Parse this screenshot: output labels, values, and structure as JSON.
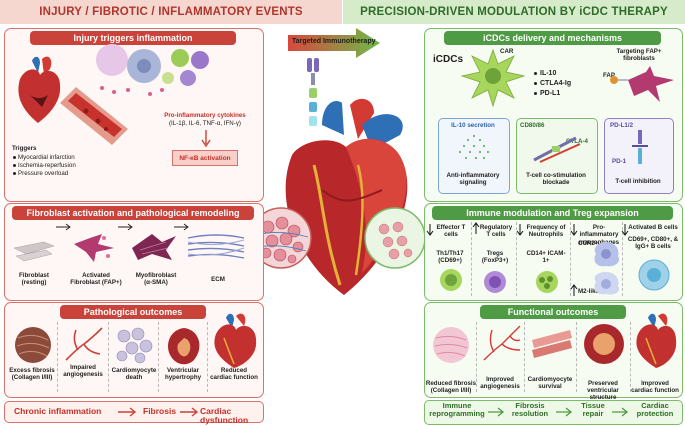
{
  "headers": {
    "left": "INJURY / FIBROTIC / INFLAMMATORY EVENTS",
    "right": "PRECISION-DRIVEN MODULATION BY iCDC THERAPY"
  },
  "center": {
    "arrow_label": "Targeted Immunotherapy"
  },
  "injury": {
    "title": "Injury triggers inflammation",
    "cytokines_title": "Pro-inflammatory cytokines",
    "cytokines_list": "(IL-1β, IL-6, TNF-α, IFN-γ)",
    "nfkb": "NF-κB activation",
    "triggers_title": "Triggers",
    "triggers": [
      "Myocardial infarction",
      "Ischemia-reperfusion",
      "Pressure overload"
    ]
  },
  "fibro": {
    "title": "Fibroblast activation and pathological remodeling",
    "stages": [
      {
        "name": "Fibroblast",
        "sub": "(resting)"
      },
      {
        "name": "Activated",
        "sub": "Fibroblast (FAP+)"
      },
      {
        "name": "Myofibroblast",
        "sub": "(α-SMA)"
      },
      {
        "name": "ECM",
        "sub": ""
      }
    ]
  },
  "patho": {
    "title": "Pathological outcomes",
    "items": [
      {
        "l1": "Excess fibrosis",
        "l2": "(Collagen I/III)"
      },
      {
        "l1": "Impaired",
        "l2": "angiogenesis"
      },
      {
        "l1": "Cardiomyocyte",
        "l2": "death"
      },
      {
        "l1": "Ventricular",
        "l2": "hypertrophy"
      },
      {
        "l1": "Reduced",
        "l2": "cardiac function"
      }
    ],
    "flow": [
      "Chronic inflammation",
      "Fibrosis",
      "Cardiac dysfunction"
    ]
  },
  "icdc": {
    "title": "iCDCs delivery and mechanisms",
    "cell_label": "iCDCs",
    "car_label": "CAR",
    "molecules": [
      "IL-10",
      "CTLA4-Ig",
      "PD-L1"
    ],
    "target_label": "Targeting FAP+ fibroblasts",
    "fap_label": "FAP",
    "mechanisms": [
      {
        "header": "IL-10 secretion",
        "footer": "Anti-inflammatory signaling",
        "side": ""
      },
      {
        "header": "CD80/86",
        "footer": "T-cell co-stimulation blockade",
        "side": "CTLA-4"
      },
      {
        "header": "PD-L1/2",
        "footer": "T-cell inhibition",
        "side": "PD-1"
      }
    ]
  },
  "immune": {
    "title": "Immune modulation and Treg expansion",
    "columns": [
      {
        "top": "Effector T cells",
        "bottom": "Th1/Th17 (CD69+)",
        "arrow": "down"
      },
      {
        "top": "Regulatory T cells",
        "bottom": "Tregs (FoxP3+)",
        "arrow": "up"
      },
      {
        "top": "Frequency of Neutrophils",
        "bottom": "CD14+ ICAM-1+",
        "arrow": "down"
      },
      {
        "top": "Pro-inflammatory macrophages",
        "mid": "CCR2+",
        "bottom": "M2-like",
        "arrow": "down"
      },
      {
        "top": "Activated B cells",
        "bottom": "CD69+, CD80+, & IgG+ B cells",
        "arrow": "down"
      }
    ]
  },
  "functional": {
    "title": "Functional outcomes",
    "items": [
      {
        "l1": "Reduced fibrosis",
        "l2": "(Collagen I/III)"
      },
      {
        "l1": "Improved",
        "l2": "angiogenesis"
      },
      {
        "l1": "Cardiomyocyte",
        "l2": "survival"
      },
      {
        "l1": "Preserved",
        "l2": "ventricular structure"
      },
      {
        "l1": "Improved",
        "l2": "cardiac function"
      }
    ],
    "flow": [
      "Immune reprogramming",
      "Fibrosis resolution",
      "Tissue repair",
      "Cardiac protection"
    ]
  },
  "colors": {
    "red_accent": "#c9433b",
    "green_accent": "#4f9a45",
    "left_header_bg": "#f6d7cf",
    "right_header_bg": "#d6ebc9"
  }
}
